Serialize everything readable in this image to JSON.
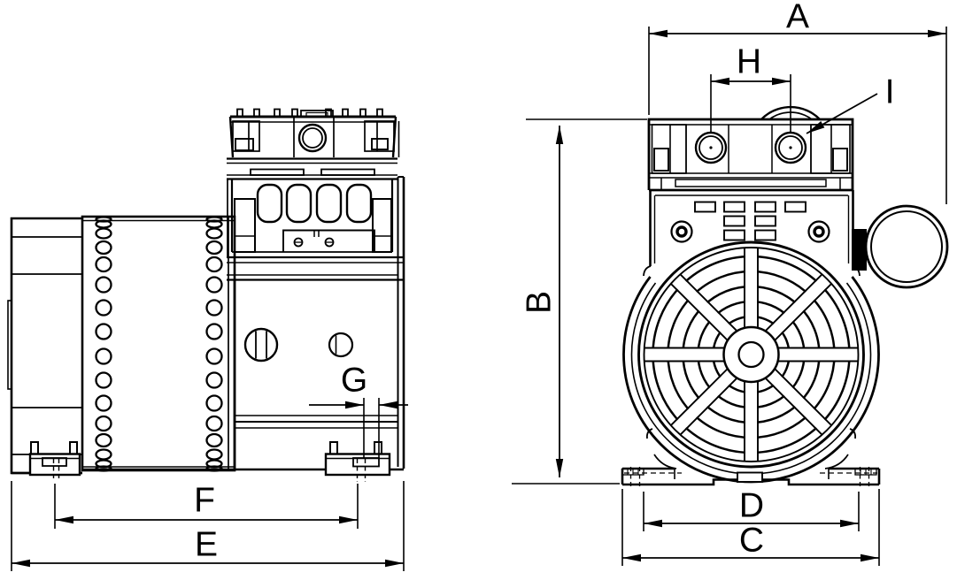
{
  "document": {
    "kind": "technical-dimension-drawing",
    "background": "#ffffff",
    "ink": "#000000"
  },
  "views": {
    "side_view": {
      "position": "left",
      "dimension_labels": [
        "G",
        "F",
        "E"
      ]
    },
    "front_view": {
      "position": "right",
      "dimension_labels": [
        "A",
        "H",
        "I",
        "B",
        "D",
        "C"
      ]
    }
  },
  "labels": {
    "A": "A",
    "B": "B",
    "C": "C",
    "D": "D",
    "E": "E",
    "F": "F",
    "G": "G",
    "H": "H",
    "I": "I"
  }
}
